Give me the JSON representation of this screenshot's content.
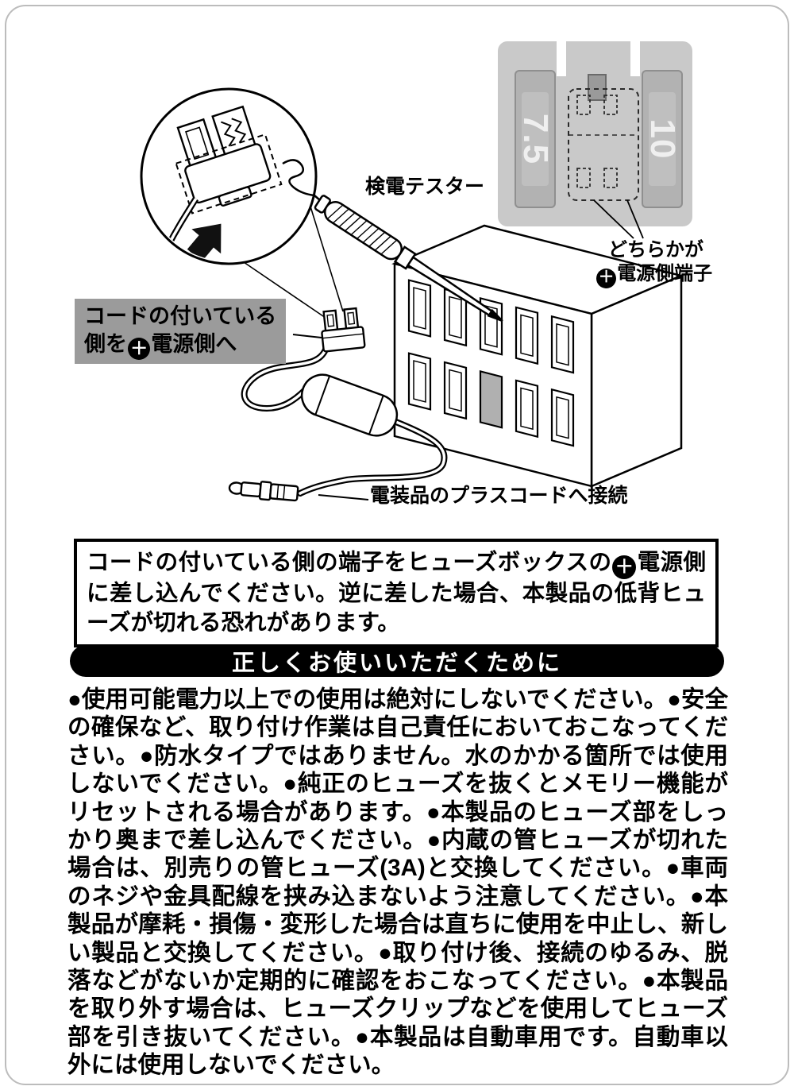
{
  "colors": {
    "callout_bg": "#9b9b9b",
    "inset_bg": "#c9c9c9",
    "fuse_body": "#b2b2b2",
    "heading_bg": "#000000",
    "empty_slot_gray": "#b0b0b0"
  },
  "icons": {
    "plus": "＋",
    "magnifier_arrow": "arrow-up-right"
  },
  "diagram": {
    "tester_label": "検電テスター",
    "connect_label": "電装品のプラスコードへ接続",
    "callout": {
      "line1": "コードの付いている",
      "line2_pre": "側を",
      "line2_post": "電源側へ"
    },
    "inset": {
      "fuse_left_label": "7.5",
      "fuse_right_label": "10",
      "caption_line1": "どちらかが",
      "caption_line2": "電源側端子"
    }
  },
  "notice": {
    "part1": "コードの付いている側の端子をヒューズボックスの",
    "part2": "電源側に差し込んでください。逆に差した場合、本製品の低背ヒューズが切れる恐れがあります。"
  },
  "section": {
    "heading": "正しくお使いいただくために"
  },
  "warnings": {
    "text": "●使用可能電力以上での使用は絶対にしないでください。●安全の確保など、取り付け作業は自己責任においておこなってください。●防水タイプではありません。水のかかる箇所では使用しないでください。●純正のヒューズを抜くとメモリー機能がリセットされる場合があります。●本製品のヒューズ部をしっかり奥まで差し込んでください。●内蔵の管ヒューズが切れた場合は、別売りの管ヒューズ(3A)と交換してください。●車両のネジや金具配線を挟み込まないよう注意してください。●本製品が摩耗・損傷・変形した場合は直ちに使用を中止し、新しい製品と交換してください。●取り付け後、接続のゆるみ、脱落などがないか定期的に確認をおこなってください。●本製品を取り外す場合は、ヒューズクリップなどを使用してヒューズ部を引き抜いてください。●本製品は自動車用です。自動車以外には使用しないでください。"
  }
}
